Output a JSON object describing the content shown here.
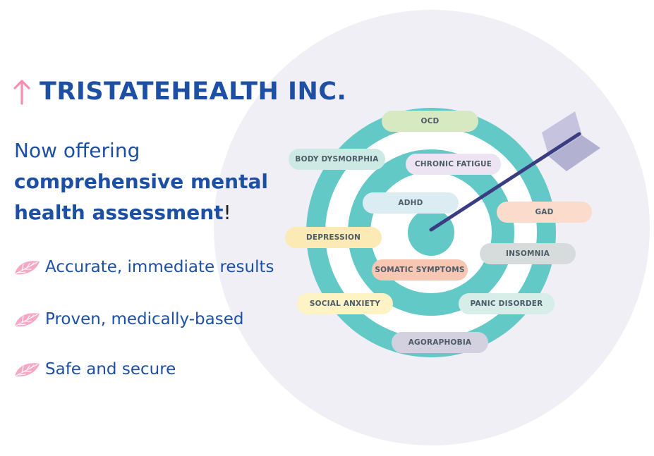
{
  "brand": {
    "name": "TRISTATEHEALTH INC.",
    "arrow_icon": "arrow-up-icon",
    "arrow_color": "#f48fb1"
  },
  "headline": {
    "line1": "Now offering",
    "line2": "comprehensive mental",
    "line3_bold": "health assessment",
    "line3_end": "!"
  },
  "benefits": [
    {
      "icon": "leaf-icon",
      "text": "Accurate, immediate results"
    },
    {
      "icon": "leaf-icon",
      "text": "Proven, medically-based"
    },
    {
      "icon": "leaf-icon",
      "text": "Safe and secure"
    }
  ],
  "conditions": [
    {
      "label": "OCD",
      "color": "#d6e9c0"
    },
    {
      "label": "BODY DYSMORPHIA",
      "color": "#cde9e4"
    },
    {
      "label": "CHRONIC FATIGUE",
      "color": "#ece4f2"
    },
    {
      "label": "ADHD",
      "color": "#dcecf3"
    },
    {
      "label": "GAD",
      "color": "#fbdccc"
    },
    {
      "label": "DEPRESSION",
      "color": "#fbeab4"
    },
    {
      "label": "INSOMNIA",
      "color": "#d6dcdb"
    },
    {
      "label": "SOMATIC SYMPTOMS",
      "color": "#f8c7b4"
    },
    {
      "label": "SOCIAL ANXIETY",
      "color": "#fdf3c4"
    },
    {
      "label": "PANIC DISORDER",
      "color": "#d6ede8"
    },
    {
      "label": "AGORAPHOBIA",
      "color": "#d3d0e0"
    }
  ],
  "colors": {
    "brand_blue": "#1d4fa2",
    "target_teal": "#62c9c7",
    "arrow_shaft": "#3a3d82",
    "arrow_fletching": "#c5c3de",
    "leaf_pink": "#f7a8c4",
    "background_circle": "#efeff5"
  }
}
